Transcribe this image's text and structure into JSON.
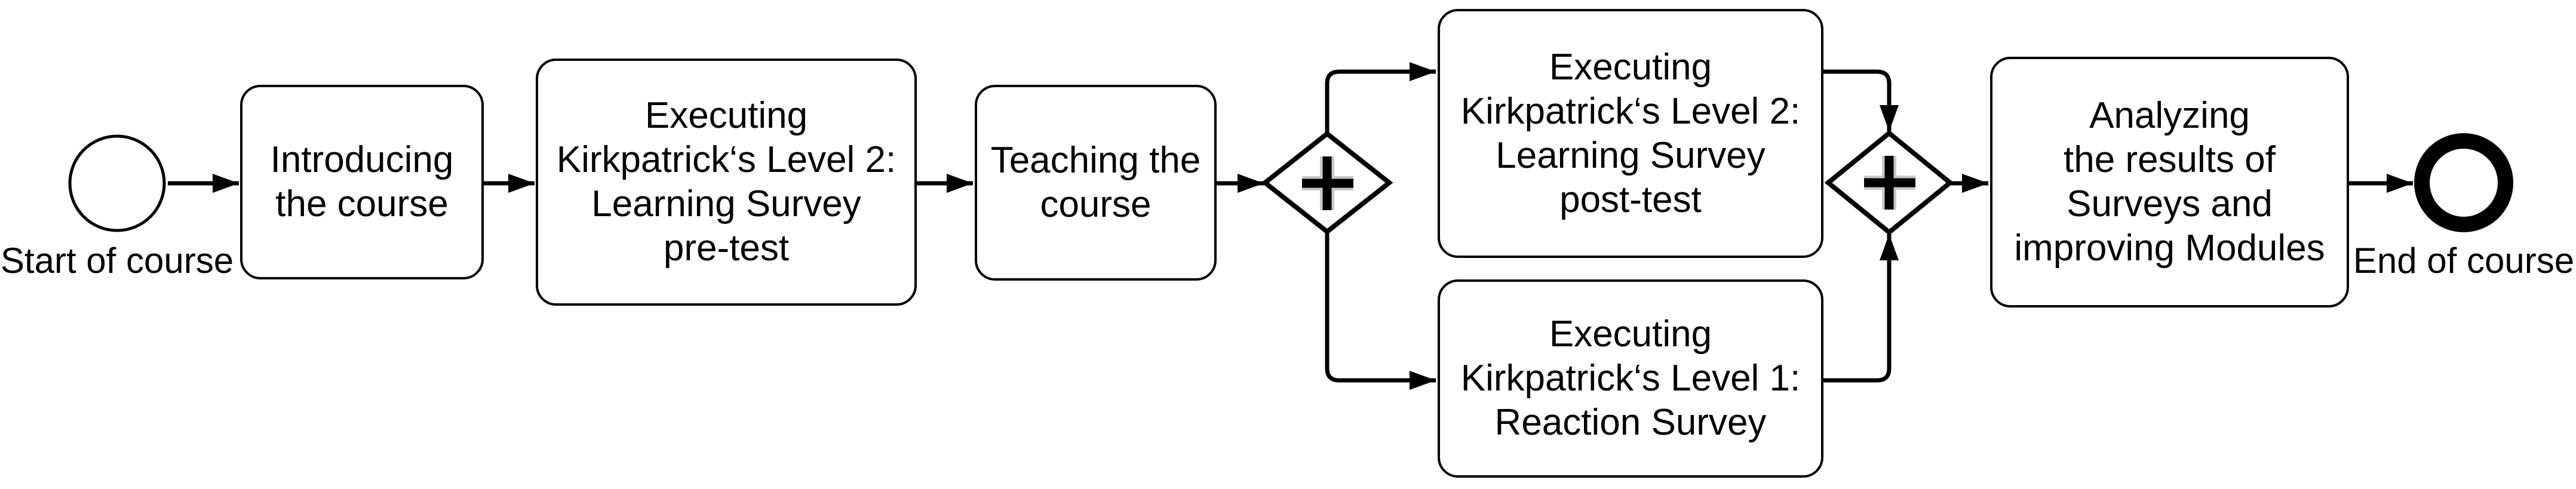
{
  "diagram": {
    "type": "bpmn-process",
    "colors": {
      "stroke": "#000000",
      "shape_fill": "#ffffff",
      "gateway_plus": "#000000",
      "gateway_plus_halo": "#c9c9c9"
    },
    "start_event": {
      "label": "Start of course"
    },
    "end_event": {
      "label": "End of course"
    },
    "tasks": {
      "introducing": {
        "text": "Introducing\nthe course"
      },
      "pretest": {
        "text": "Executing\nKirkpatrick‘s Level 2:\nLearning Survey\npre-test"
      },
      "teaching": {
        "text": "Teaching the\ncourse"
      },
      "posttest": {
        "text": "Executing\nKirkpatrick‘s Level 2:\nLearning Survey\npost-test"
      },
      "reaction": {
        "text": "Executing\nKirkpatrick‘s Level 1:\nReaction Survey"
      },
      "analyzing": {
        "text": "Analyzing\nthe results of\nSurveys and\nimproving Modules"
      }
    },
    "gateways": {
      "split": {
        "type": "parallel",
        "symbol": "+"
      },
      "join": {
        "type": "parallel",
        "symbol": "+"
      }
    }
  }
}
